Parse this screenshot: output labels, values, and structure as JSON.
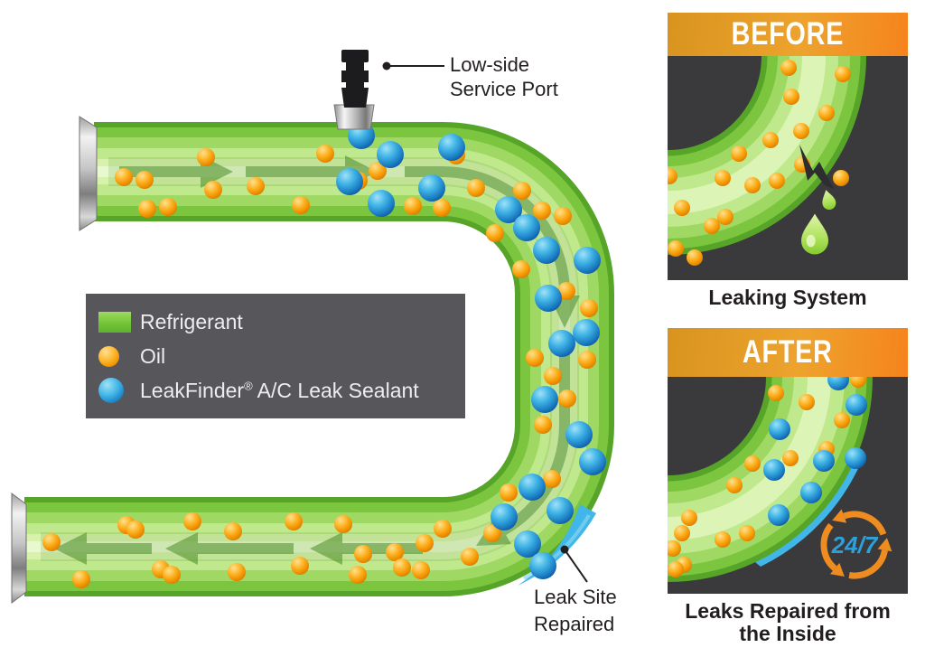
{
  "diagram": {
    "service_port_label_line1": "Low-side",
    "service_port_label_line2": "Service Port",
    "leak_site_label_line1": "Leak Site",
    "leak_site_label_line2": "Repaired"
  },
  "legend": {
    "refrigerant": "Refrigerant",
    "oil": "Oil",
    "sealant_brand": "LeakFinder",
    "sealant_reg": "®",
    "sealant_rest": "A/C Leak Sealant"
  },
  "panels": {
    "before": {
      "header": "BEFORE",
      "caption": "Leaking System"
    },
    "after": {
      "header": "AFTER",
      "caption_line1": "Leaks Repaired from",
      "caption_line2": "the Inside",
      "badge": "24/7"
    }
  },
  "colors": {
    "refrigerant_green": "#74c437",
    "pipe_edge_green": "#56a428",
    "pipe_center_green": "#e6f8cc",
    "oil_orange": "#f19200",
    "sealant_blue": "#1a7cc2",
    "leak_patch_blue": "#41b6e8",
    "legend_bg": "#57565b",
    "panel_body_bg": "#3a393b",
    "header_gradient_start": "#d8941f",
    "header_gradient_end": "#f6831d",
    "caption_text": "#221e1f",
    "badge_text_blue": "#2da0d8",
    "badge_arrow_orange": "#ef8c1f",
    "flow_arrow_green": "#4a8c26",
    "droplet_green": "#9ad83f"
  },
  "ball_radius": {
    "main_oil": 10,
    "main_sealant": 15,
    "before_oil": 9,
    "after_oil": 9,
    "after_sealant": 12
  },
  "balls": {
    "main_oil": [
      [
        137,
        196
      ],
      [
        160,
        199
      ],
      [
        163,
        231
      ],
      [
        186,
        229
      ],
      [
        228,
        174
      ],
      [
        236,
        210
      ],
      [
        283,
        206
      ],
      [
        333,
        227
      ],
      [
        360,
        170
      ],
      [
        397,
        200
      ],
      [
        418,
        189
      ],
      [
        457,
        228
      ],
      [
        489,
        230
      ],
      [
        505,
        172
      ],
      [
        527,
        208
      ],
      [
        548,
        258
      ],
      [
        578,
        211
      ],
      [
        600,
        233
      ],
      [
        623,
        239
      ],
      [
        577,
        298
      ],
      [
        627,
        322
      ],
      [
        652,
        341
      ],
      [
        592,
        396
      ],
      [
        612,
        416
      ],
      [
        650,
        398
      ],
      [
        628,
        441
      ],
      [
        601,
        470
      ],
      [
        641,
        483
      ],
      [
        655,
        512
      ],
      [
        611,
        530
      ],
      [
        563,
        545
      ],
      [
        545,
        590
      ],
      [
        520,
        616
      ],
      [
        470,
        601
      ],
      [
        437,
        611
      ],
      [
        445,
        628
      ],
      [
        57,
        600
      ],
      [
        90,
        641
      ],
      [
        140,
        581
      ],
      [
        150,
        586
      ],
      [
        178,
        630
      ],
      [
        190,
        636
      ],
      [
        213,
        577
      ],
      [
        258,
        588
      ],
      [
        262,
        633
      ],
      [
        325,
        577
      ],
      [
        332,
        626
      ],
      [
        380,
        580
      ],
      [
        396,
        636
      ],
      [
        402,
        613
      ],
      [
        466,
        631
      ],
      [
        490,
        585
      ]
    ],
    "main_sealant": [
      [
        400,
        150
      ],
      [
        432,
        171
      ],
      [
        500,
        163
      ],
      [
        387,
        201
      ],
      [
        478,
        208
      ],
      [
        422,
        225
      ],
      [
        563,
        232
      ],
      [
        583,
        252
      ],
      [
        605,
        277
      ],
      [
        650,
        288
      ],
      [
        607,
        330
      ],
      [
        649,
        368
      ],
      [
        622,
        380
      ],
      [
        603,
        442
      ],
      [
        641,
        481
      ],
      [
        656,
        511
      ],
      [
        589,
        539
      ],
      [
        620,
        565
      ],
      [
        584,
        602
      ],
      [
        558,
        572
      ],
      [
        601,
        626
      ]
    ],
    "before_oil": [
      [
        134,
        13
      ],
      [
        194,
        20
      ],
      [
        137,
        45
      ],
      [
        176,
        63
      ],
      [
        148,
        83
      ],
      [
        114,
        93
      ],
      [
        79,
        108
      ],
      [
        149,
        120
      ],
      [
        61,
        135
      ],
      [
        121,
        138
      ],
      [
        94,
        143
      ],
      [
        16,
        168
      ],
      [
        64,
        178
      ],
      [
        49,
        188
      ],
      [
        2,
        133
      ],
      [
        9,
        213
      ],
      [
        30,
        223
      ],
      [
        192,
        135
      ]
    ],
    "after_oil": [
      [
        211,
        3
      ],
      [
        120,
        18
      ],
      [
        154,
        28
      ],
      [
        193,
        48
      ],
      [
        136,
        90
      ],
      [
        94,
        96
      ],
      [
        176,
        80
      ],
      [
        74,
        120
      ],
      [
        24,
        156
      ],
      [
        16,
        173
      ],
      [
        61,
        180
      ],
      [
        88,
        173
      ],
      [
        6,
        190
      ],
      [
        18,
        208
      ],
      [
        9,
        213
      ]
    ],
    "after_sealant": [
      [
        189,
        3
      ],
      [
        209,
        31
      ],
      [
        124,
        58
      ],
      [
        173,
        93
      ],
      [
        118,
        103
      ],
      [
        208,
        90
      ],
      [
        159,
        128
      ],
      [
        123,
        153
      ]
    ]
  }
}
